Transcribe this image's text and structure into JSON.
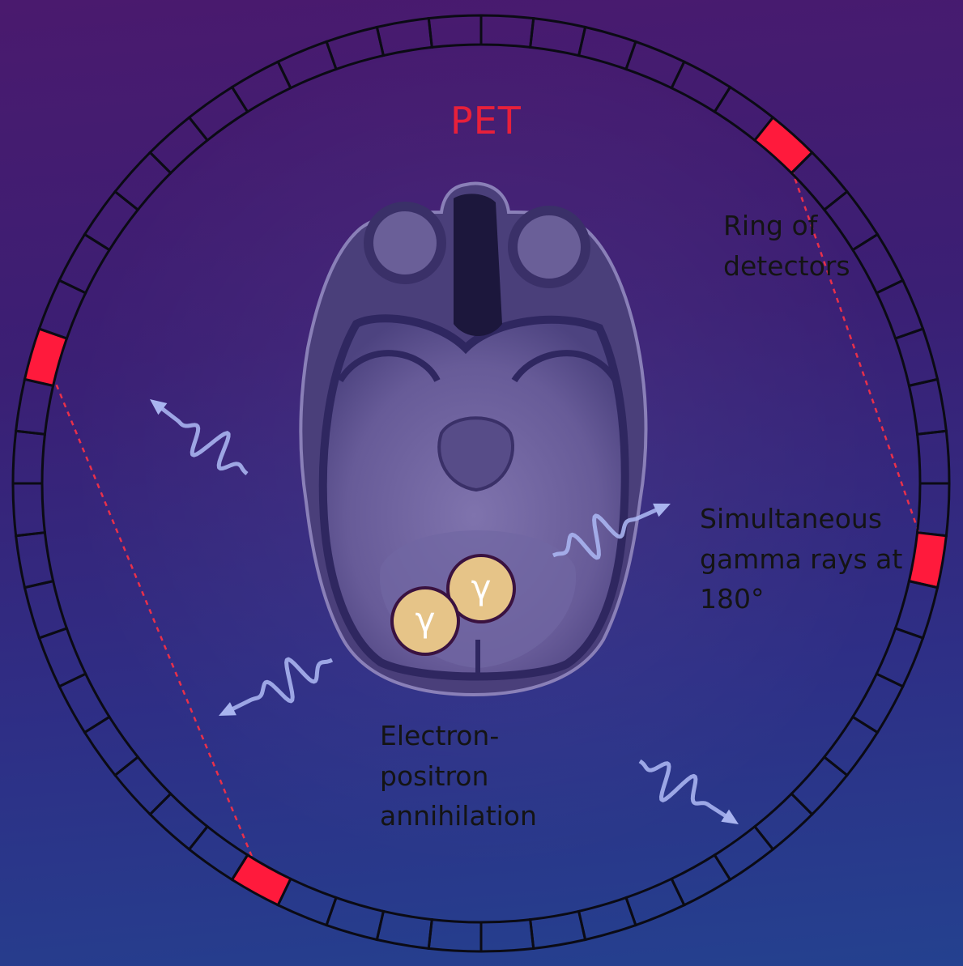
{
  "title": "PET",
  "labels": {
    "ring": [
      "Ring of",
      "detectors"
    ],
    "gamma": [
      "Simultaneous",
      "gamma rays at",
      "180°"
    ],
    "annihilation": [
      "Electron-",
      "positron",
      "annihilation"
    ]
  },
  "photon_symbol": "γ",
  "ring": {
    "segments": 56
  },
  "colors": {
    "title": "#e8203a",
    "detector_hit": "#ff1a3c",
    "ring_line": "#0b0b14",
    "photon_fill": "#e6c488",
    "photon_stroke": "#3a1240",
    "ray_line": "#e8304a",
    "wave": "#a9b4ef"
  }
}
